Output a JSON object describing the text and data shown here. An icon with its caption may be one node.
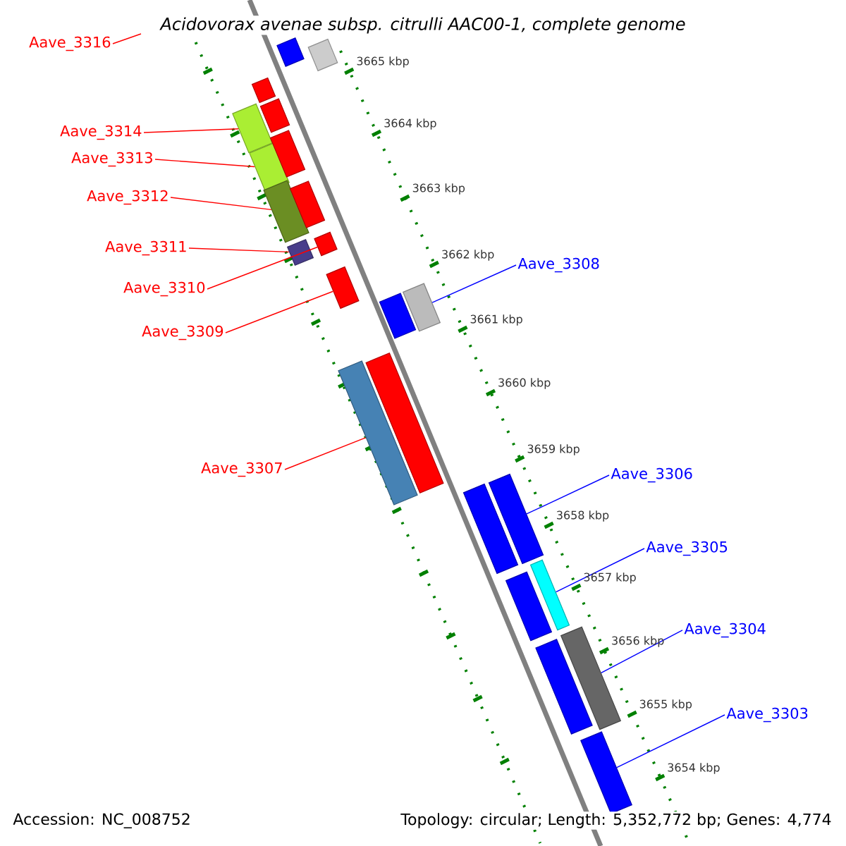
{
  "diagram": {
    "title": "Acidovorax avenae subsp. citrulli AAC00-1, complete genome",
    "nodes": [
      {
        "text": [
          "Aave_3316"
        ]
      },
      {
        "text": [
          "Aave_3314"
        ]
      },
      {
        "text": [
          "Aave_3313"
        ]
      },
      {
        "text": [
          "Aave_3312"
        ]
      },
      {
        "text": [
          "Aave_3311"
        ]
      },
      {
        "text": [
          "Aave_3310"
        ]
      },
      {
        "text": [
          "Aave_3309"
        ]
      },
      {
        "text": [
          "Aave_3307"
        ]
      },
      {
        "text": [
          "Aave_3308"
        ]
      },
      {
        "text": [
          "Aave_3306"
        ]
      },
      {
        "text": [
          "Aave_3305"
        ]
      },
      {
        "text": [
          "Aave_3304"
        ]
      },
      {
        "text": [
          "Aave_3303"
        ]
      },
      {
        "text": [],
        "shape": "bar"
      },
      {
        "text": [],
        "shape": "bar"
      },
      {
        "text": [],
        "shape": "bar"
      },
      {
        "text": [],
        "shape": "bar"
      },
      {
        "text": [],
        "shape": "bar"
      },
      {
        "text": [],
        "shape": "bar"
      },
      {
        "text": [],
        "shape": "bar"
      },
      {
        "text": [],
        "shape": "bar"
      },
      {
        "text": [],
        "shape": "bar"
      },
      {
        "text": [],
        "shape": "bar"
      },
      {
        "text": [],
        "shape": "bar"
      },
      {
        "text": [],
        "shape": "bar"
      },
      {
        "text": [],
        "shape": "bar"
      },
      {
        "text": [],
        "shape": "bar"
      },
      {
        "text": [],
        "shape": "bar"
      },
      {
        "text": [],
        "shape": "bar"
      },
      {
        "text": [],
        "shape": "bar"
      },
      {
        "text": [],
        "shape": "bar"
      },
      {
        "text": [],
        "shape": "bar"
      },
      {
        "text": [],
        "shape": "bar"
      },
      {
        "text": [],
        "shape": "bar"
      },
      {
        "text": [],
        "shape": "bar"
      },
      {
        "text": [],
        "shape": "bar"
      }
    ],
    "edges": [
      {
        "from": 0,
        "to": null,
        "arrow": "none"
      },
      {
        "from": 1,
        "to": 16,
        "arrow": "none"
      },
      {
        "from": 2,
        "to": 17,
        "arrow": "none"
      },
      {
        "from": 3,
        "to": 20,
        "arrow": "none"
      },
      {
        "from": 4,
        "to": 22,
        "arrow": "none"
      },
      {
        "from": 5,
        "to": 23,
        "arrow": "none"
      },
      {
        "from": 6,
        "to": 24,
        "arrow": "none"
      },
      {
        "from": 7,
        "to": 27,
        "arrow": "none"
      },
      {
        "from": 8,
        "to": 25,
        "arrow": "none",
        "color": "#0000ff"
      },
      {
        "from": 9,
        "to": 30,
        "arrow": "none",
        "color": "#0000ff"
      },
      {
        "from": 10,
        "to": 32,
        "arrow": "none",
        "color": "#0000ff"
      },
      {
        "from": 11,
        "to": 34,
        "arrow": "none",
        "color": "#0000ff"
      },
      {
        "from": 12,
        "to": 35,
        "arrow": "none",
        "color": "#0000ff"
      }
    ],
    "labels": [
      "3665 kbp",
      "3664 kbp",
      "3663 kbp",
      "3662 kbp",
      "3661 kbp",
      "3660 kbp",
      "3659 kbp",
      "3658 kbp",
      "3657 kbp",
      "3656 kbp",
      "3655 kbp",
      "3654 kbp",
      "Accession: NC_008752",
      "Topology: circular; Length: 5,352,772 bp; Genes: 4,774"
    ]
  }
}
